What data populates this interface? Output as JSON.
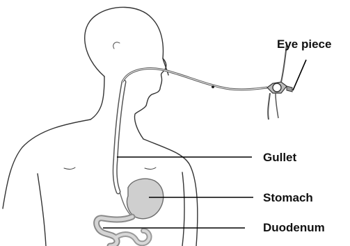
{
  "labels": {
    "eye_piece": "Eye piece",
    "gullet": "Gullet",
    "stomach": "Stomach",
    "duodenum": "Duodenum"
  },
  "colors": {
    "organ_fill": "#cfcfcf",
    "organ_stroke": "#6b6b6b",
    "outline": "#333333",
    "tube": "#555555",
    "text": "#111111"
  }
}
